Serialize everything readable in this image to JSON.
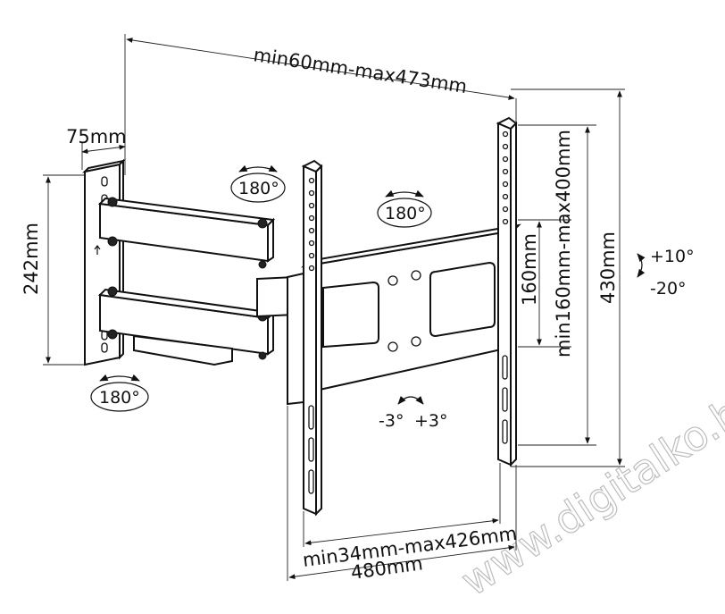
{
  "dimensions": {
    "top_width": "min60mm-max473mm",
    "wall_depth": "75mm",
    "wall_plate_height": "242mm",
    "bracket_width": "480mm",
    "hole_horizontal": "min34mm-max426mm",
    "hole_vertical_min": "160mm",
    "hole_vertical_range": "min160mm-max400mm",
    "bracket_height": "430mm"
  },
  "rotations": {
    "arm_swivel_left": "180°",
    "arm_swivel_top": "180°",
    "plate_swivel": "180°",
    "rotation_minus": "-3°",
    "rotation_plus": "+3°",
    "tilt_up": "+10°",
    "tilt_down": "-20°"
  },
  "watermark": "www.digitalko.hu"
}
